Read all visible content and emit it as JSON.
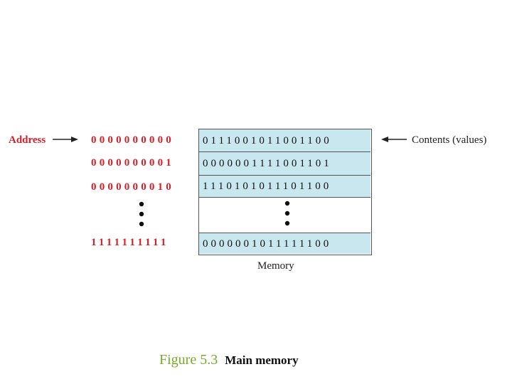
{
  "diagram": {
    "address_label": "Address",
    "contents_label": "Contents (values)",
    "memory_label": "Memory",
    "addresses": [
      "0000000000",
      "0000000001",
      "0000000010",
      "1111111111"
    ],
    "contents": [
      "0111001011001100",
      "0000001111001101",
      "1110101011101100",
      "0000001011111100"
    ]
  },
  "caption": {
    "number": "Figure 5.3",
    "title": "Main memory"
  },
  "colors": {
    "address_red": "#d4202a",
    "cell_fill": "#c8e7ee",
    "caption_green": "#7aa82a"
  },
  "icons": [
    "arrow-right-icon",
    "arrow-left-icon",
    "vertical-ellipsis-icon"
  ]
}
